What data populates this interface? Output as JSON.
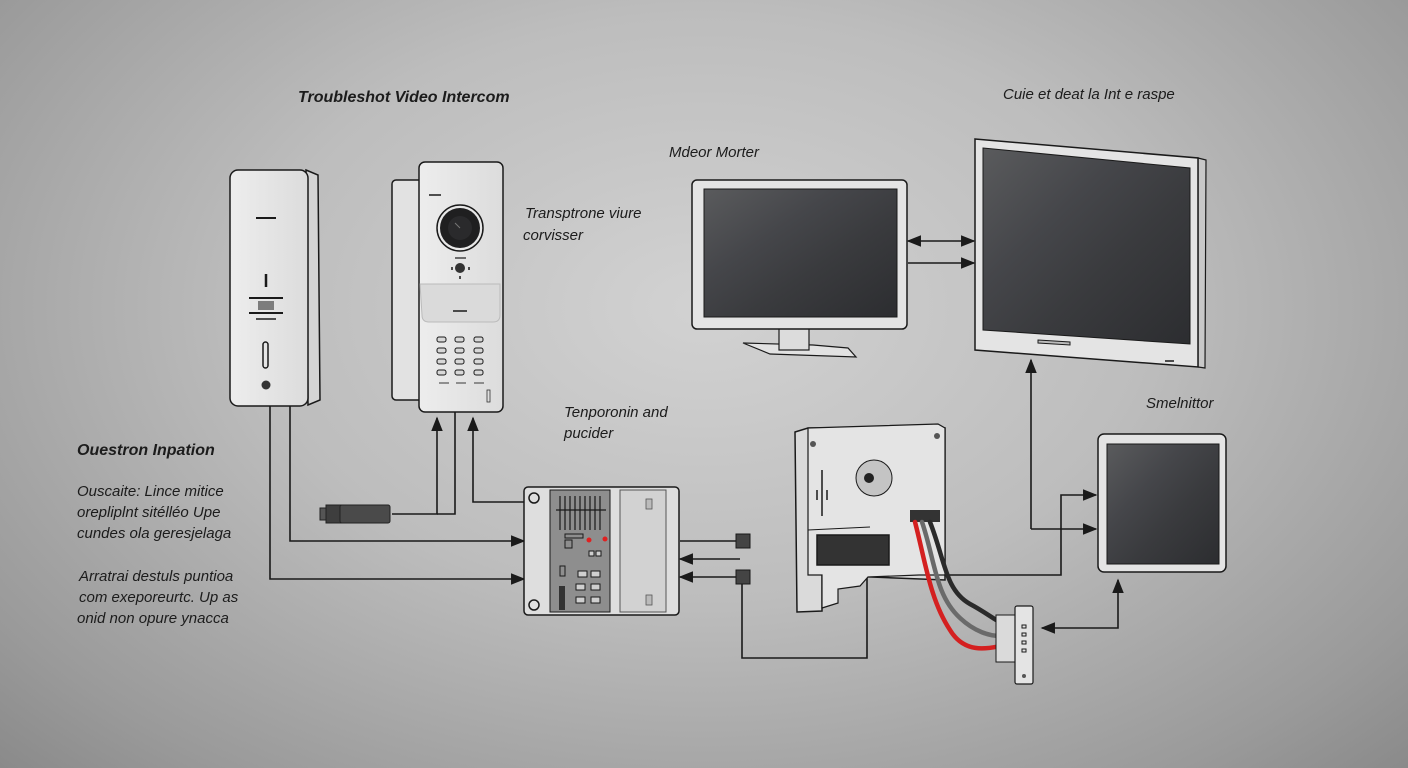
{
  "title": "Troubleshot Video Intercom",
  "labels": {
    "top_right": "Cuie et deat la Int e raspe",
    "monitor_label": "Mdeor Morter",
    "door_station_label": [
      "Transptrone viure",
      "corvisser"
    ],
    "controller_label": [
      "Tenporonin and",
      "pucider"
    ],
    "small_monitor_label": "Smelnittor"
  },
  "sidebar": {
    "heading": "Ouestron Inpation",
    "paragraph1": [
      "Ouscaite: Lince mitice",
      "orepliplnt sitélléo Upe",
      "cundes ola geresjelaga"
    ],
    "paragraph2": [
      "Arratrai destuls puntioa",
      "com exeporeurtc. Up as",
      "onid non opure ynacca"
    ]
  },
  "colors": {
    "device_body": "#e6e6e6",
    "screen": "#3a3b3d",
    "wire_red": "#d42020",
    "wire_black": "#2a2a2a",
    "wire_gray": "#6a6a6a",
    "line": "#1a1a1a",
    "led_red": "#e02020"
  },
  "devices": [
    {
      "id": "outdoor-panel",
      "name": "Outdoor call panel"
    },
    {
      "id": "door-station",
      "name": "Video door station with handset and keypad"
    },
    {
      "id": "power-adapter",
      "name": "Power adapter"
    },
    {
      "id": "control-unit",
      "name": "Control unit / distributor"
    },
    {
      "id": "desk-monitor",
      "name": "Desk monitor"
    },
    {
      "id": "wall-monitor",
      "name": "Large wall monitor"
    },
    {
      "id": "camera-module",
      "name": "Camera module with wiring"
    },
    {
      "id": "terminal-block",
      "name": "Terminal connector"
    },
    {
      "id": "small-monitor",
      "name": "Small monitor"
    }
  ]
}
